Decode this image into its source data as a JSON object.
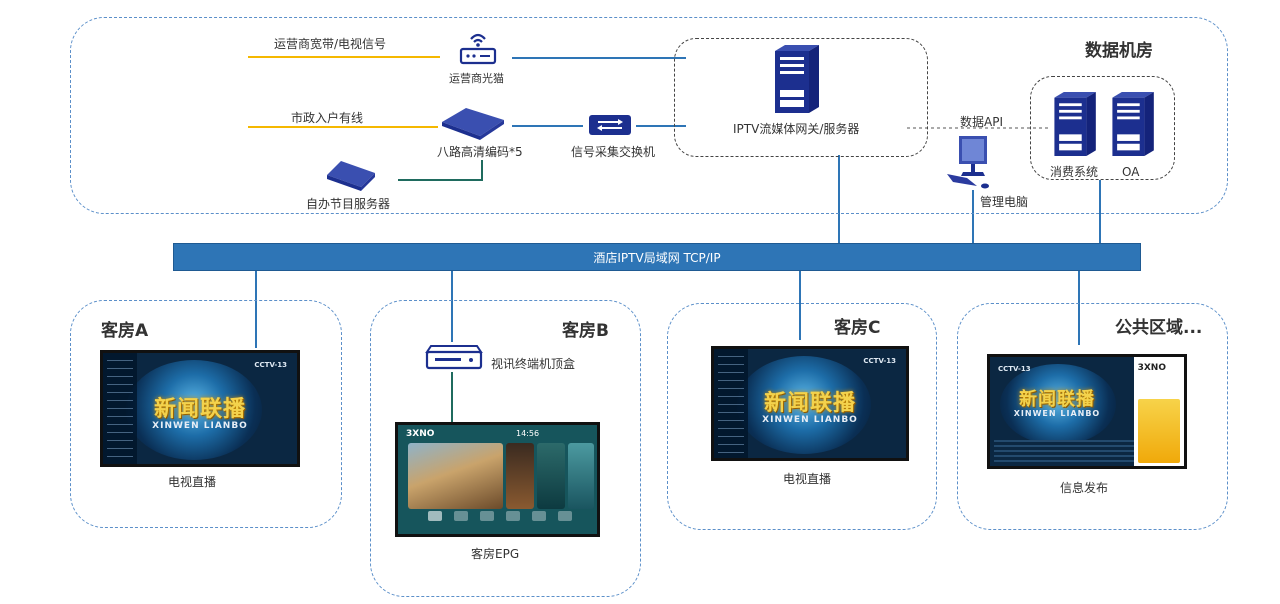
{
  "data_center": {
    "title": "数据机房",
    "isp_signal_label": "运营商宽带/电视信号",
    "optical_modem_label": "运营商光猫",
    "municipal_cable_label": "市政入户有线",
    "encoder_label": "八路高清编码*5",
    "signal_switch_label": "信号采集交换机",
    "self_program_server_label": "自办节目服务器",
    "gateway_label": "IPTV流媒体网关/服务器",
    "data_api_label": "数据API",
    "admin_pc_label": "管理电脑",
    "consumption_label": "消费系统",
    "oa_label": "OA"
  },
  "network_bar": {
    "label": "酒店IPTV局域网 TCP/IP"
  },
  "rooms": [
    {
      "title": "客房A",
      "caption": "电视直播"
    },
    {
      "title": "客房B",
      "caption": "客房EPG",
      "stb_label": "视讯终端机顶盒"
    },
    {
      "title": "客房C",
      "caption": "电视直播"
    },
    {
      "title": "公共区域...",
      "caption": "信息发布"
    }
  ],
  "tv_screen": {
    "headline": "新闻联播",
    "subline": "XINWEN LIANBO",
    "channel_logo": "CCTV-13"
  },
  "epg_screen": {
    "brand": "3XNO",
    "time": "14:56"
  },
  "info_screen": {
    "brand": "3XNO"
  },
  "colors": {
    "region_border": "#5b8fc9",
    "line_blue": "#2e75b6",
    "line_yellow": "#f5b800",
    "line_teal": "#1f6b5e",
    "bar_fill": "#2e75b6",
    "device_navy": "#1c2f8f"
  }
}
